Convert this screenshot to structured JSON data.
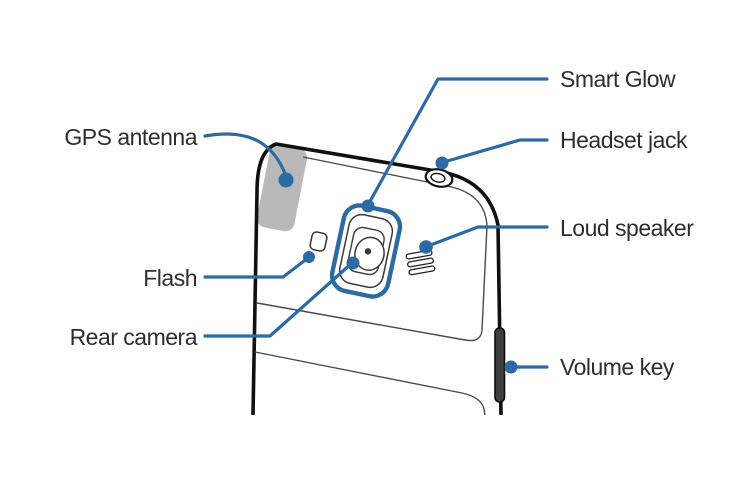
{
  "diagram": {
    "type": "device-callout-diagram",
    "subject": "smartphone back (top view)",
    "accent_color": "#2b6aa3",
    "text_color": "#2e2e2e",
    "gps_region_color": "#b9b9b9",
    "callouts": {
      "left": [
        {
          "id": "gps-antenna",
          "label": "GPS antenna"
        },
        {
          "id": "flash",
          "label": "Flash"
        },
        {
          "id": "rear-camera",
          "label": "Rear camera"
        }
      ],
      "right": [
        {
          "id": "smart-glow",
          "label": "Smart Glow"
        },
        {
          "id": "headset-jack",
          "label": "Headset jack"
        },
        {
          "id": "loud-speaker",
          "label": "Loud speaker"
        },
        {
          "id": "volume-key",
          "label": "Volume key"
        }
      ]
    }
  }
}
